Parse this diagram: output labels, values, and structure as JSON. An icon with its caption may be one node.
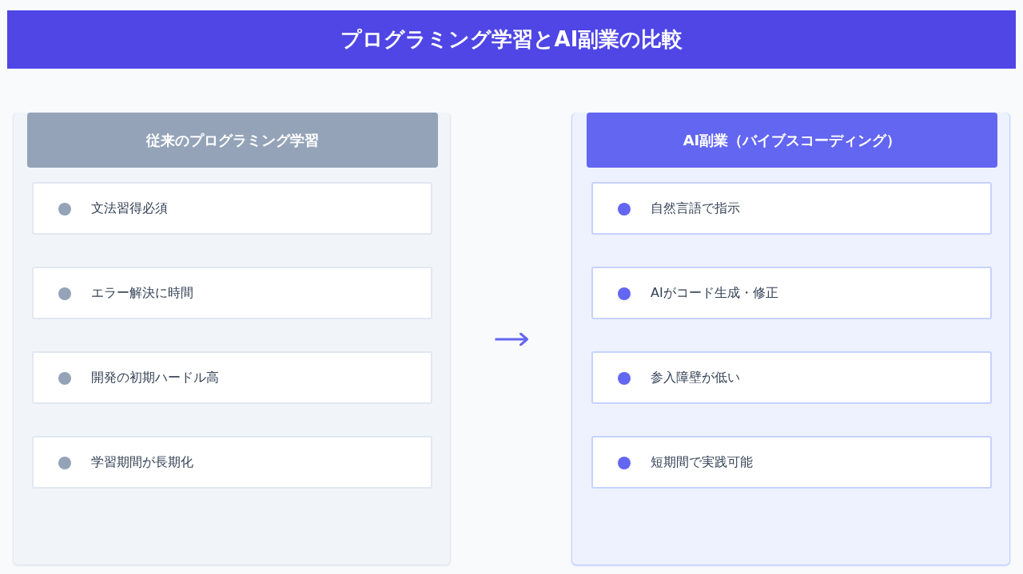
{
  "diagram": {
    "title": "プログラミング学習とAI副業の比較",
    "nodes": [
      {
        "text": [],
        "shape": "box"
      },
      {
        "text": [
          "従来のプログラミング学習"
        ],
        "in": 0
      },
      {
        "text": [
          "文法習得必須"
        ],
        "in": 0
      },
      {
        "text": [
          "エラー解決に時間"
        ],
        "in": 0
      },
      {
        "text": [
          "開発の初期ハードル高"
        ],
        "in": 0
      },
      {
        "text": [
          "学習期間が長期化"
        ],
        "in": 0
      },
      {
        "text": [],
        "shape": "box"
      },
      {
        "text": [
          "AI副業（バイブスコーディング）"
        ],
        "in": 6
      },
      {
        "text": [
          "自然言語で指示"
        ],
        "in": 6
      },
      {
        "text": [
          "AIがコード生成・修正"
        ],
        "in": 6
      },
      {
        "text": [
          "参入障壁が低い"
        ],
        "in": 6
      },
      {
        "text": [
          "短期間で実践可能"
        ],
        "in": 6
      }
    ],
    "edges": [
      {
        "from": 0,
        "to": 6,
        "arrow": "to"
      }
    ]
  }
}
